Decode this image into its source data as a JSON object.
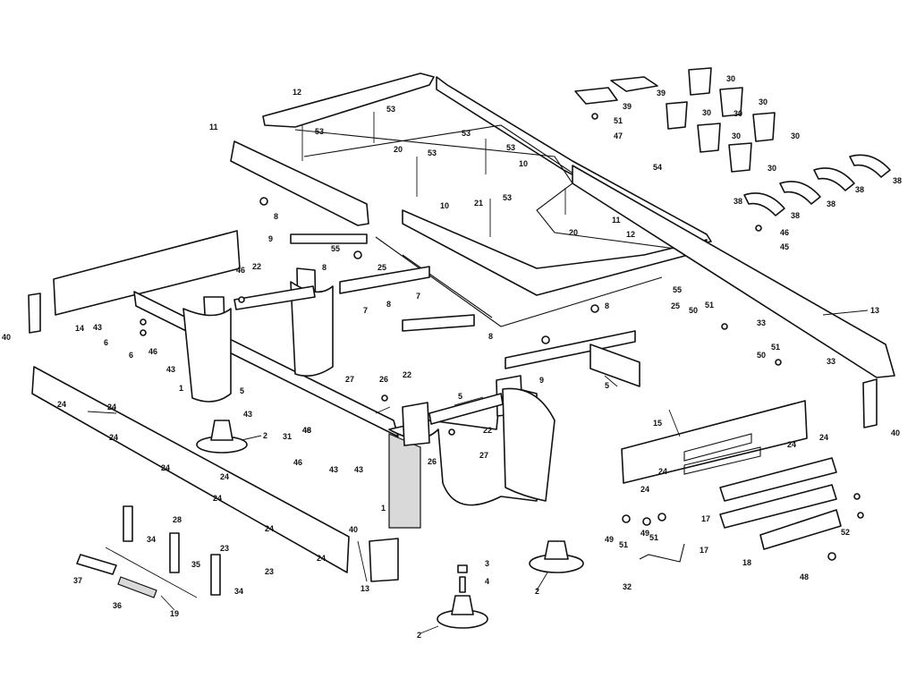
{
  "diagram": {
    "labels": [
      "1",
      "1",
      "2",
      "2",
      "2",
      "3",
      "4",
      "5",
      "5",
      "5",
      "6",
      "6",
      "7",
      "7",
      "8",
      "8",
      "8",
      "8",
      "8",
      "9",
      "9",
      "10",
      "10",
      "11",
      "11",
      "12",
      "12",
      "13",
      "13",
      "14",
      "15",
      "17",
      "17",
      "18",
      "19",
      "20",
      "20",
      "21",
      "22",
      "22",
      "22",
      "23",
      "23",
      "24",
      "24",
      "24",
      "24",
      "24",
      "24",
      "24",
      "24",
      "24",
      "24",
      "24",
      "24",
      "25",
      "25",
      "26",
      "26",
      "27",
      "27",
      "28",
      "30",
      "30",
      "30",
      "30",
      "30",
      "30",
      "30",
      "31",
      "32",
      "33",
      "33",
      "34",
      "34",
      "35",
      "36",
      "37",
      "38",
      "38",
      "38",
      "38",
      "38",
      "39",
      "39",
      "40",
      "40",
      "40",
      "43",
      "43",
      "43",
      "43",
      "43",
      "45",
      "46",
      "46",
      "46",
      "46",
      "46",
      "47",
      "48",
      "48",
      "49",
      "49",
      "50",
      "50",
      "51",
      "51",
      "51",
      "51",
      "51",
      "52",
      "53",
      "53",
      "53",
      "53",
      "53",
      "53",
      "54",
      "55",
      "55"
    ]
  }
}
